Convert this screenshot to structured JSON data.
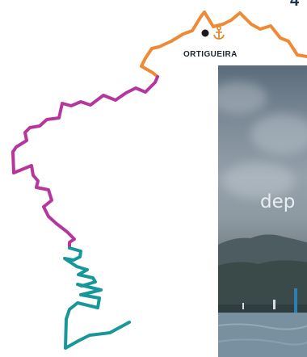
{
  "page": {
    "number": "4"
  },
  "map": {
    "port_label": "ORTIGUEIRA",
    "marker_icon": "location-dot-icon",
    "port_icon": "anchor-icon",
    "colors": {
      "route_north": "#ee8a33",
      "route_middle": "#b5379e",
      "route_south": "#17979a",
      "marker": "#1b1b1b",
      "anchor": "#e08a2a"
    }
  },
  "photo": {
    "overlay_text": "dep"
  }
}
